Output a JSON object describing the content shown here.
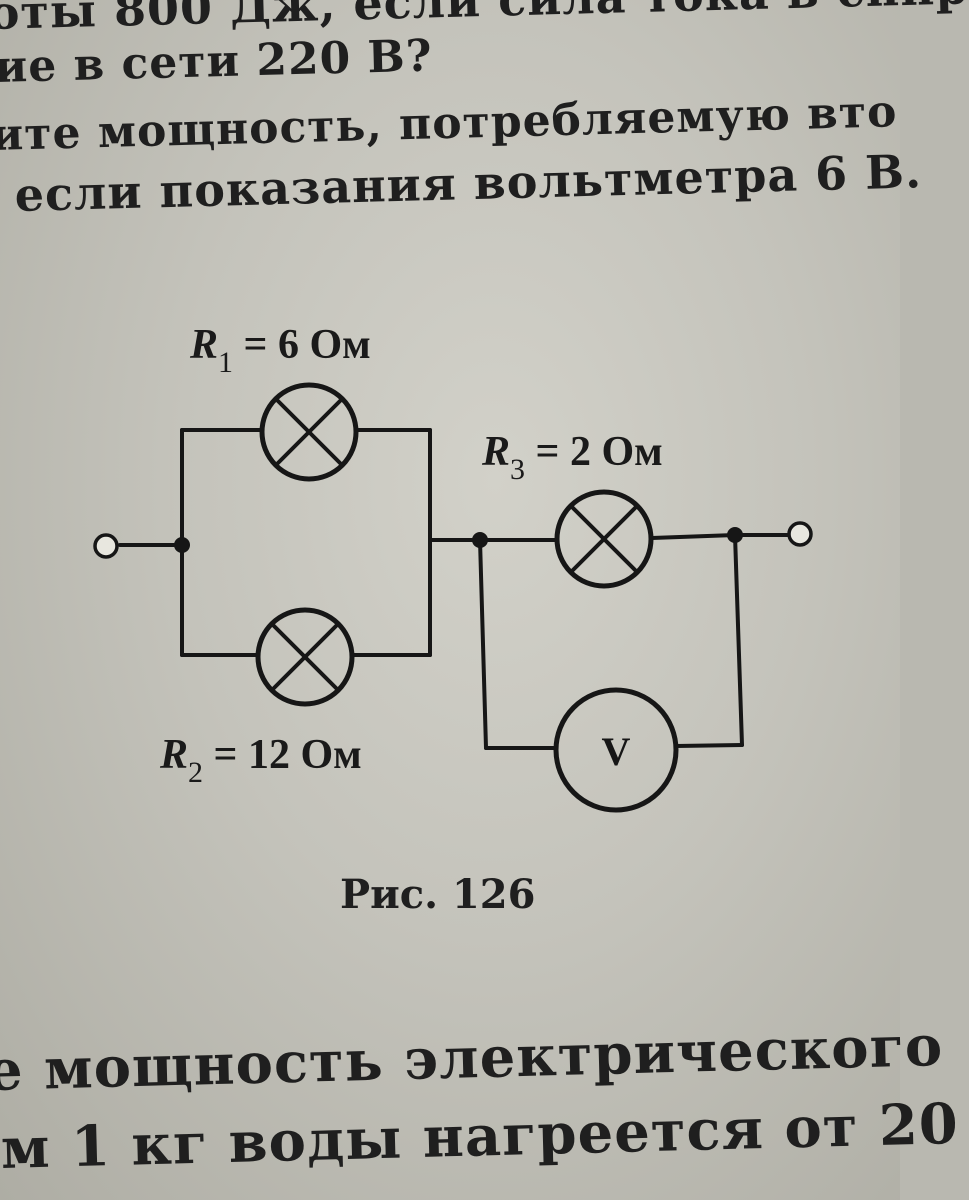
{
  "text_lines": {
    "line1": "оты 800 Дж, если сила тока в спир",
    "line2": "ие в сети 220 В?",
    "line3": "ите мощность, потребляемую вто",
    "line4": "если показания вольтметра 6 В.",
    "line5": "е мощность электрического",
    "line6": "м 1 кг воды нагреется от 20"
  },
  "labels": {
    "r1_symbol": "R",
    "r1_sub": "1",
    "r1_value": " = 6 Ом",
    "r2_symbol": "R",
    "r2_sub": "2",
    "r2_value": " = 12 Ом",
    "r3_symbol": "R",
    "r3_sub": "3",
    "r3_value": " = 2 Ом",
    "voltmeter": "V",
    "caption": "Рис. 126"
  },
  "colors": {
    "ink": "#161616",
    "paper": "#c9c8c0"
  }
}
